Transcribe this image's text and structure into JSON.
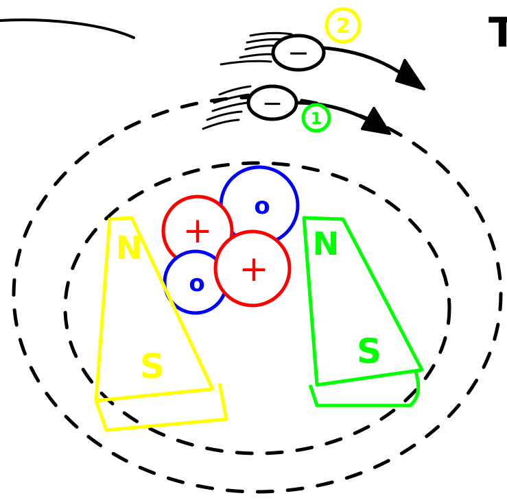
{
  "colors": {
    "background": "#ffffff",
    "ink": "#000000",
    "proton": "#ff0000",
    "neutron": "#0000ff",
    "magnet_left": "#ffff00",
    "magnet_right": "#00ff00",
    "label_top": "#ffff00",
    "label_bottom": "#00ff00"
  },
  "nucleus": {
    "protons": [
      {
        "label": "+"
      },
      {
        "label": "+"
      }
    ],
    "neutrons": [
      {
        "label": "o"
      },
      {
        "label": "o"
      }
    ]
  },
  "magnets": {
    "left": {
      "north": "N",
      "south": "S"
    },
    "right": {
      "north": "N",
      "south": "S"
    }
  },
  "electrons": [
    {
      "charge": "−",
      "tag": "2"
    },
    {
      "charge": "−",
      "tag": "1"
    }
  ],
  "corner_mark": "T"
}
